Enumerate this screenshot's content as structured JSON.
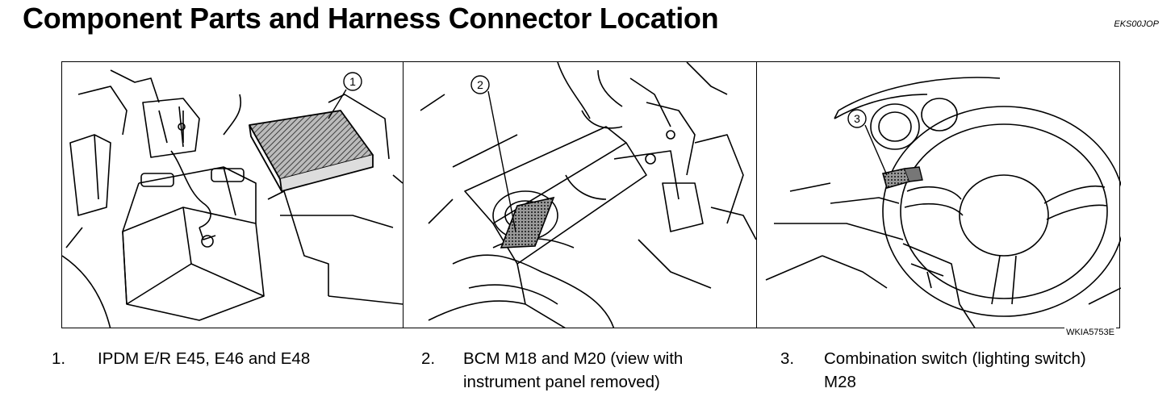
{
  "page": {
    "title": "Component Parts and Harness Connector Location",
    "doc_code": "EKS00JOP"
  },
  "figure": {
    "code": "WKIA5753E",
    "callouts": [
      "1",
      "2",
      "3"
    ]
  },
  "captions": [
    {
      "number": "1.",
      "text": "IPDM E/R E45, E46 and E48"
    },
    {
      "number": "2.",
      "text": "BCM M18 and M20 (view with\ninstrument panel removed)"
    },
    {
      "number": "3.",
      "text": "Combination switch (lighting switch)\nM28"
    }
  ],
  "colors": {
    "line": "#000000",
    "background": "#ffffff",
    "hatch": "#333333"
  }
}
